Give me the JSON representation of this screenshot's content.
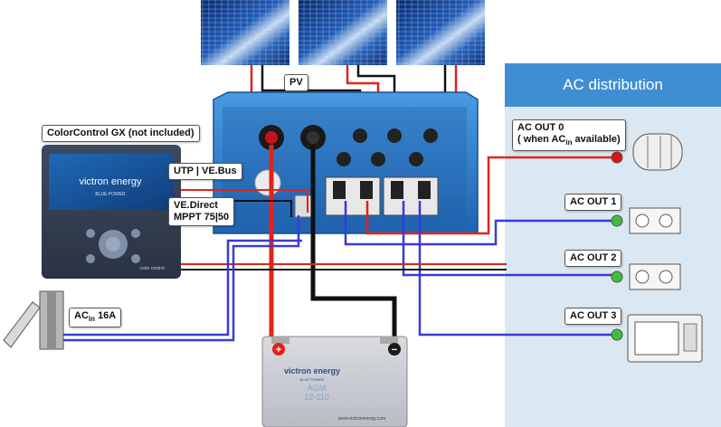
{
  "ac_panel": {
    "title": "AC distribution"
  },
  "labels": {
    "pv": "PV",
    "colorcontrol": "ColorControl GX (not included)",
    "utp": "UTP | VE.Bus",
    "vedirect_line1": "VE.Direct",
    "vedirect_line2": "MPPT 75|50",
    "acin_main": "AC",
    "acin_sub": "in",
    "acin_rating": "16A",
    "acout0_line1": "AC  OUT 0",
    "acout0_line2_pre": "( when AC",
    "acout0_line2_sub": "in",
    "acout0_line2_post": " available)",
    "acout1": "AC OUT 1",
    "acout2": "AC OUT 2",
    "acout3": "AC OUT 3"
  },
  "colorcontrol_screen": {
    "brand": "victron energy",
    "tagline": "BLUE POWER"
  },
  "colorcontrol_body": {
    "brand": "color control"
  },
  "battery": {
    "brand": "victron energy",
    "tagline": "BLUE POWER",
    "model_line1": "AGM",
    "model_line2": "12-110",
    "plus": "+",
    "minus": "−",
    "website": "www.victronenergy.com"
  },
  "colors": {
    "positive_wire": "#e2231a",
    "negative_wire": "#111111",
    "signal_wire": "#3a3ad6",
    "ac_panel_bg": "#dbe7f1",
    "ac_header": "#3f8ed1",
    "inverter_blue": "#2f7fd0",
    "status_green": "#3fbf3f",
    "status_red": "#e01010"
  },
  "icons": [
    "solar-panel-icon",
    "boiler-icon",
    "power-socket-icon",
    "microwave-icon",
    "solar-panel-icon"
  ]
}
